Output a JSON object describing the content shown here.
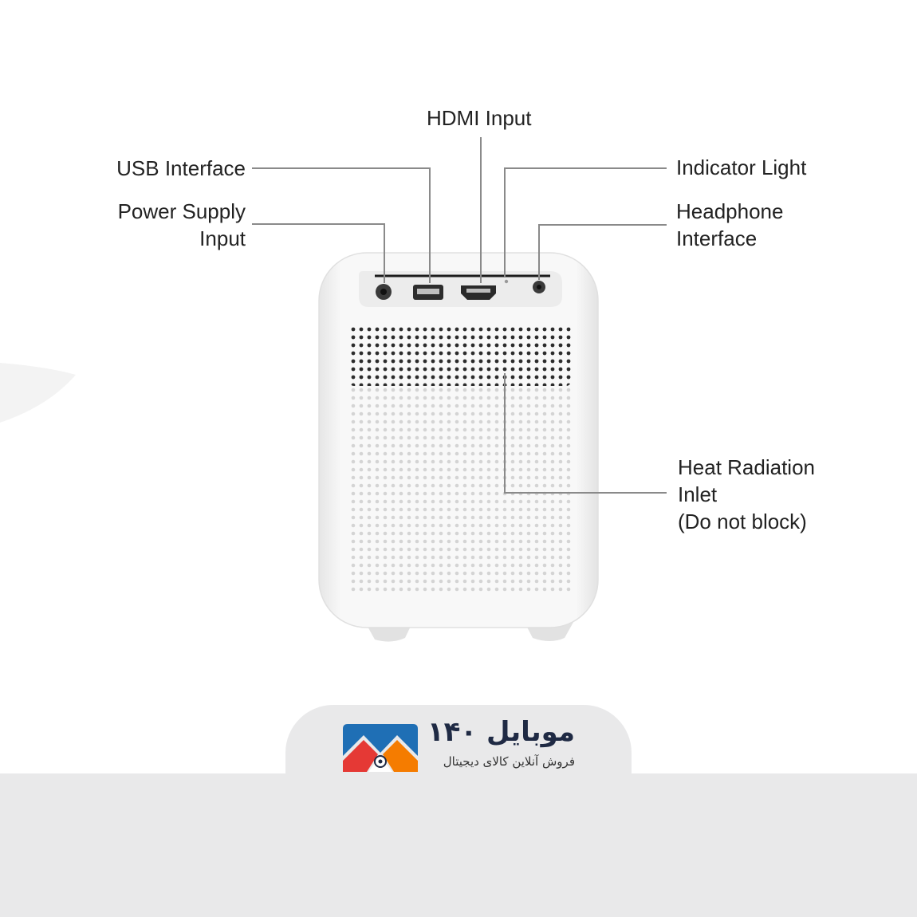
{
  "labels": {
    "hdmi": "HDMI Input",
    "usb": "USB Interface",
    "power_1": "Power Supply",
    "power_2": "Input",
    "indicator": "Indicator Light",
    "headphone_1": "Headphone",
    "headphone_2": "Interface",
    "heat_1": "Heat Radiation",
    "heat_2": "Inlet",
    "heat_3": "(Do not block)"
  },
  "brand": {
    "name": "موبایل ۱۴۰",
    "tagline": "فروش آنلاین کالای دیجیتال"
  },
  "colors": {
    "leader_line": "#8a8a8a",
    "device_body": "#f7f7f7",
    "footer_bg": "#e9e9ea",
    "logo_blue": "#1f6fb5",
    "logo_red": "#e53935",
    "logo_orange": "#f57c00"
  }
}
